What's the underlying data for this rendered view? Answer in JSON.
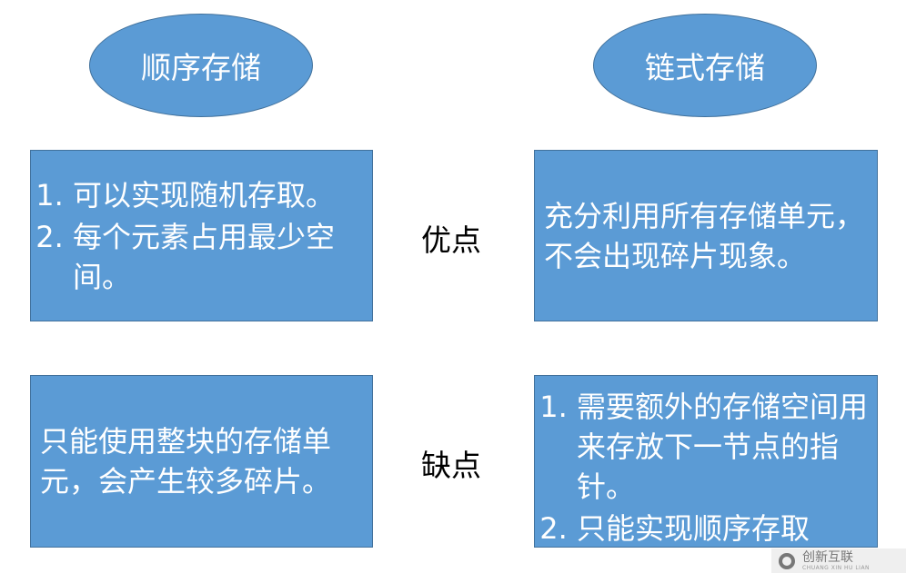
{
  "headers": {
    "sequential": "顺序存储",
    "linked": "链式存储"
  },
  "rows": {
    "advantages": "优点",
    "disadvantages": "缺点"
  },
  "cells": {
    "seq_adv": [
      "可以实现随机存取。",
      "每个元素占用最少空间。"
    ],
    "link_adv": "充分利用所有存储单元，不会出现碎片现象。",
    "seq_dis": "只能使用整块的存储单元，会产生较多碎片。",
    "link_dis": [
      "需要额外的存储空间用来存放下一节点的指针。",
      "只能实现顺序存取"
    ]
  },
  "watermark": {
    "name": "创新互联",
    "pinyin": "CHUANG XIN HU LIAN"
  },
  "colors": {
    "fill": "#5b9bd5",
    "border": "#41719c"
  }
}
